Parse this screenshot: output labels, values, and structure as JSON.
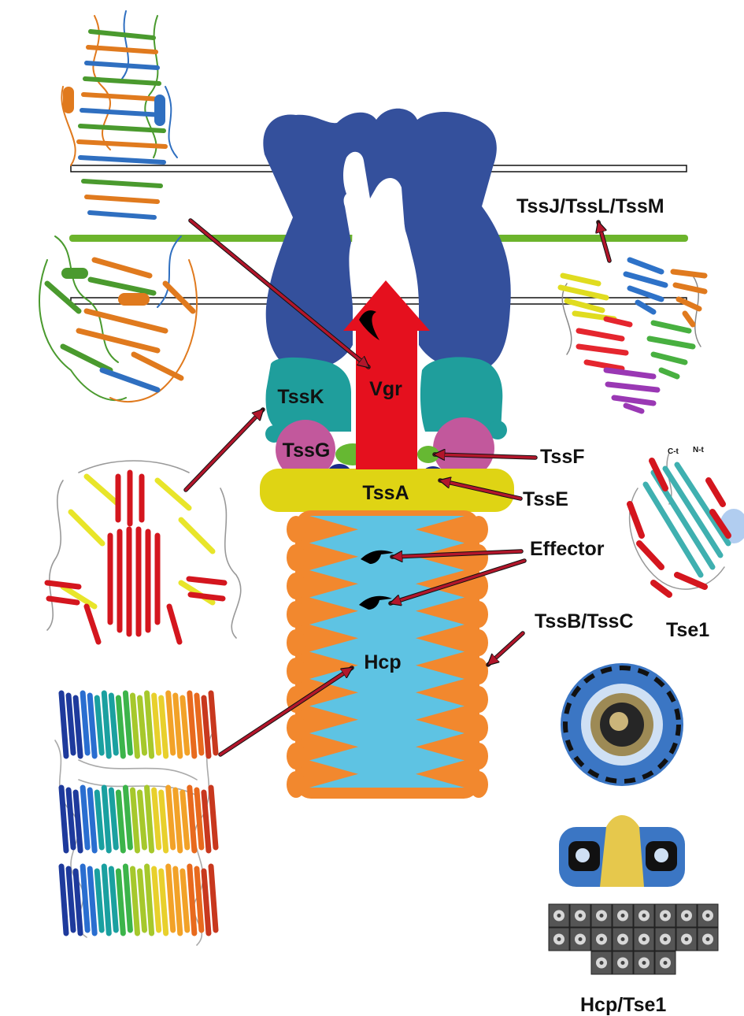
{
  "labels": {
    "vgr": "Vgr",
    "tssk": "TssK",
    "tssg": "TssG",
    "tssa": "TssA",
    "hcp": "Hcp",
    "tssf": "TssF",
    "tsse": "TssE",
    "effector": "Effector",
    "tssbc": "TssB/TssC",
    "tssjlm": "TssJ/TssL/TssM",
    "tse1": "Tse1",
    "hcp_tse1": "Hcp/Tse1",
    "c_term": "C-t",
    "n_term": "N-t"
  },
  "colors": {
    "membrane_complex": "#34509c",
    "baseplate_teal": "#1f9e9c",
    "tssg_pink": "#c2589c",
    "tssa_yellow": "#dfd414",
    "vgr_red": "#e5101e",
    "tssf_green": "#66b832",
    "tsse_navy": "#1d2a8a",
    "sheath_orange": "#f2882e",
    "tube_cyan": "#5ec3e3",
    "membrane_green": "#6cb42c",
    "arrow_red": "#b2162b"
  }
}
